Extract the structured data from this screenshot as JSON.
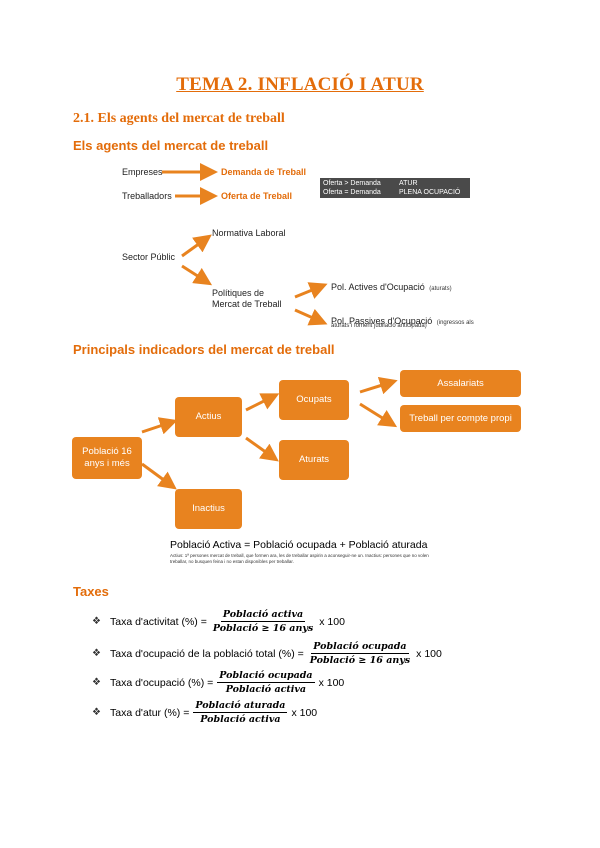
{
  "title": "TEMA 2. INFLACIÓ I ATUR",
  "section_heading": "2.1. Els agents del mercat de treball",
  "agents": {
    "heading": "Els agents del mercat de treball",
    "empreses": "Empreses",
    "demanda": "Demanda de Treball",
    "treballadors": "Treballadors",
    "oferta": "Oferta de Treball",
    "table": [
      {
        "cond": "Oferta > Demanda",
        "result": "ATUR"
      },
      {
        "cond": "Oferta = Demanda",
        "result": "PLENA OCUPACIÓ"
      }
    ],
    "sector_public": "Sector Públic",
    "normativa": "Normativa Laboral",
    "politiques_1": "Polítiques de",
    "politiques_2": "Mercat de Treball",
    "pol_actives": "Pol. Actives d'Ocupació",
    "pol_actives_note": "(aturats)",
    "pol_passives": "Pol. Passives d'Ocupació",
    "pol_passives_note_1": "(ingressos als",
    "pol_passives_note_2": "aturats i foment jubilació anticipada)"
  },
  "indicadors": {
    "heading": "Principals indicadors del mercat de treball",
    "poblacio_1": "Població 16",
    "poblacio_2": "anys i més",
    "actius": "Actius",
    "inactius": "Inactius",
    "ocupats": "Ocupats",
    "aturats": "Aturats",
    "assalariats": "Assalariats",
    "compte_propi": "Treball per compte propi",
    "activa_formula": "Població Activa = Població ocupada + Població aturada",
    "activa_note": "Actius: 1ª persones mercat de treball, que formen ara, les de treballar aspirin a aconseguir-ne un. Inactius: persones que no volen treballar, no busquen feina i no estan disponibles per treballar."
  },
  "taxes": {
    "heading": "Taxes",
    "items": [
      {
        "label": "Taxa d'activitat (%) =",
        "num": "Població activa",
        "den": "Població ≥ 16 anys",
        "mult": "x 100"
      },
      {
        "label": "Taxa d'ocupació de la població total (%) =",
        "num": "Població ocupada",
        "den": "Població ≥ 16 anys",
        "mult": "x 100"
      },
      {
        "label": "Taxa d'ocupació (%) =",
        "num": "Població ocupada",
        "den": "Població activa",
        "mult": "x 100"
      },
      {
        "label": "Taxa d'atur (%) =",
        "num": "Població aturada",
        "den": "Població activa",
        "mult": "x 100"
      }
    ]
  },
  "colors": {
    "accent": "#e36c0a",
    "box": "#e8831f",
    "table_bg": "#4a4a4a"
  }
}
